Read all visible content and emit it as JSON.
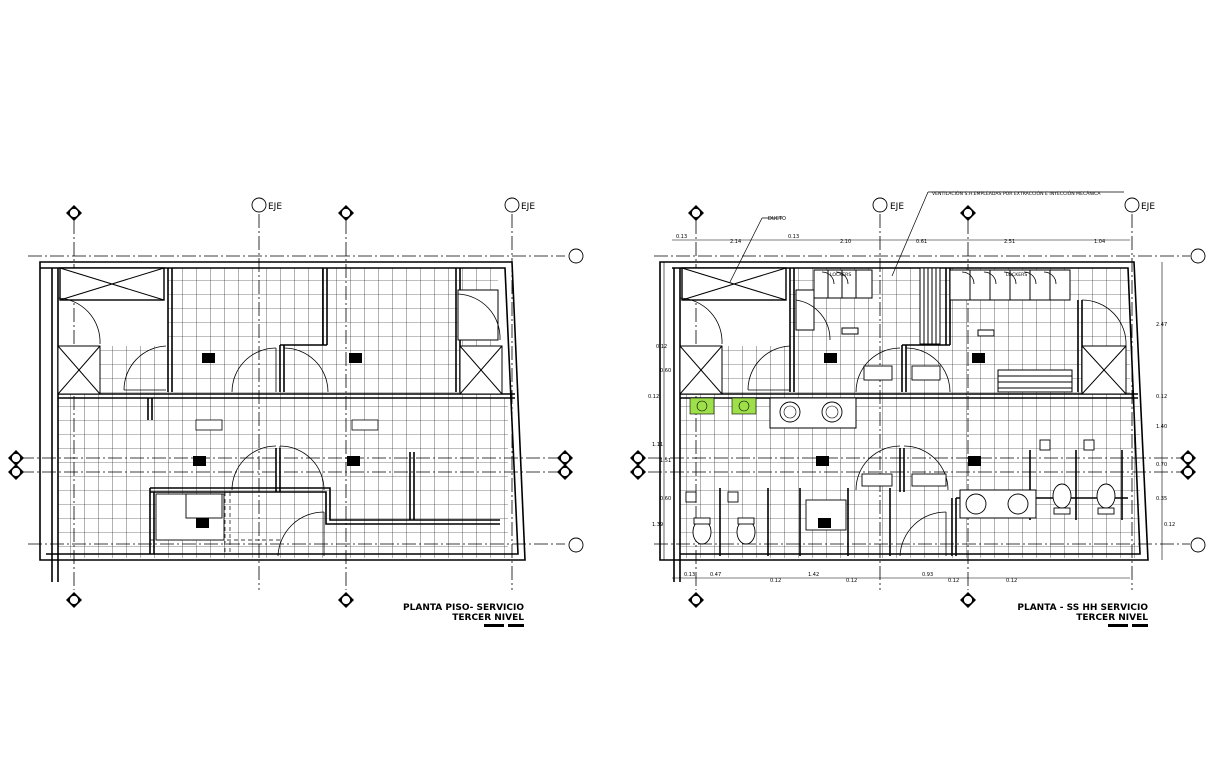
{
  "left_plan": {
    "title_line1": "PLANTA PISO- SERVICIO",
    "title_line2": "TERCER NIVEL",
    "axis_labels": [
      "EJE",
      "EJE"
    ]
  },
  "right_plan": {
    "title_line1": "PLANTA - SS HH SERVICIO",
    "title_line2": "TERCER NIVEL",
    "axis_labels": [
      "EJE",
      "EJE"
    ],
    "annotations": {
      "ducto": "DUCTO",
      "ventilation": "VENTILACIÓN S.H.EMPLEADAS POR EXTRACCIÓN E INYECCIÓN MECÁNICA",
      "lockers_1": "LOCKERS",
      "lockers_2": "LOCKERS"
    },
    "top_dimensions": [
      "0.13",
      "2.14",
      "0.13",
      "2.10",
      "0.61",
      "2.51",
      "1.04"
    ],
    "bottom_dimensions": [
      "0.13",
      "0.47",
      "0.12",
      "1.42",
      "0.12",
      "0.93",
      "0.12",
      "0.12"
    ],
    "right_dimensions": [
      "2.47",
      "0.12",
      "1.40",
      "0.70",
      "0.35",
      "0.12"
    ],
    "left_dimensions": [
      "0.12",
      "0.60",
      "0.12",
      "1.11",
      "1.51",
      "0.60",
      "1.39"
    ]
  },
  "colors": {
    "line": "#000000",
    "fixture_green": "#9ee04a",
    "background": "#ffffff"
  }
}
